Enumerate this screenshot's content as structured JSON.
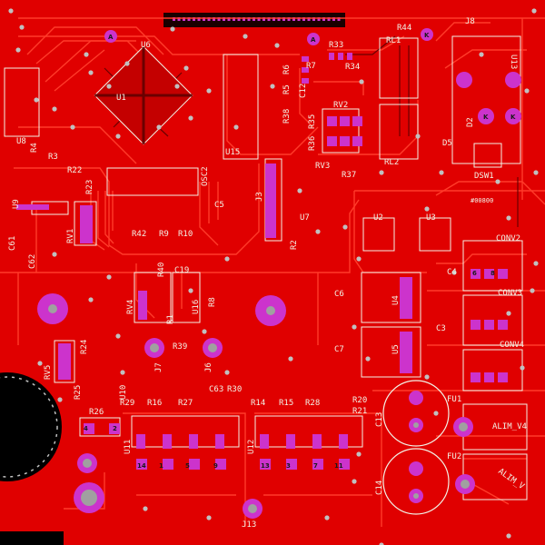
{
  "colors": {
    "board_background": "#000000",
    "copper_fill": "#e00000",
    "trace": "#ff2a1f",
    "silkscreen": "#f2f2e6",
    "pad": "#cc33cc",
    "pad_core": "#a0a0a0",
    "via": "#c0c0c0",
    "mounting_hole": "#cc33cc"
  },
  "labels": {
    "u6": "U6",
    "u8": "U8",
    "u9": "U9",
    "u13": "U13",
    "u15": "U15",
    "u16": "U16",
    "u10": "U10",
    "u11": "U11",
    "u12": "U12",
    "u2": "U2",
    "u3": "U3",
    "u4": "U4",
    "u5": "U5",
    "u1": "U1",
    "u7": "U7",
    "rl1": "RL1",
    "rl2": "RL2",
    "rv1": "RV1",
    "rv2": "RV2",
    "rv3": "RV3",
    "rv4": "RV4",
    "rv5": "RV5",
    "r44": "R44",
    "r33": "R33",
    "r34": "R34",
    "r7": "R7",
    "r6": "R6",
    "r5": "R5",
    "r35": "R35",
    "r37": "R37",
    "r38": "R38",
    "r36": "R36",
    "r3": "R3",
    "r4": "R4",
    "r22": "R22",
    "r23": "R23",
    "r42": "R42",
    "r9": "R9",
    "r10": "R10",
    "r2": "R2",
    "r40": "R40",
    "r39": "R39",
    "r8": "R8",
    "r1": "R1",
    "r24": "R24",
    "r25": "R25",
    "r26": "R26",
    "r29": "R29",
    "r16": "R16",
    "r27": "R27",
    "r30": "R30",
    "r14": "R14",
    "r15": "R15",
    "r28": "R28",
    "r20": "R20",
    "r21": "R21",
    "c12": "C12",
    "c5": "C5",
    "c6": "C6",
    "c7": "C7",
    "c4": "C4",
    "c3": "C3",
    "c13": "C13",
    "c14": "C14",
    "c19": "C19",
    "c61": "C61",
    "c62": "C62",
    "c63": "C63",
    "osc2": "OSC2",
    "j8": "J8",
    "j3": "J3",
    "j6": "J6",
    "j7": "J7",
    "j13": "J13",
    "d2": "D2",
    "d5": "D5",
    "dsw1": "DSW1",
    "conv2": "CONV2",
    "conv3": "CONV3",
    "conv4": "CONV4",
    "fu1": "FU1",
    "fu2": "FU2",
    "alim_v4": "ALIM_V4",
    "alim_v": "ALIM_V",
    "value_00800": "#00800",
    "pad_a1": "A",
    "pad_a2": "A",
    "pad_k1": "K",
    "pad_k2": "K",
    "pad_k3": "K",
    "pad_1": "1",
    "pad_2": "2",
    "pad_3": "3",
    "pad_4": "4",
    "pad_5": "5",
    "pad_6": "6",
    "pad_7": "7",
    "pad_8": "8",
    "pad_9": "9",
    "pad_11": "11",
    "pad_13": "13",
    "pad_14": "14"
  }
}
